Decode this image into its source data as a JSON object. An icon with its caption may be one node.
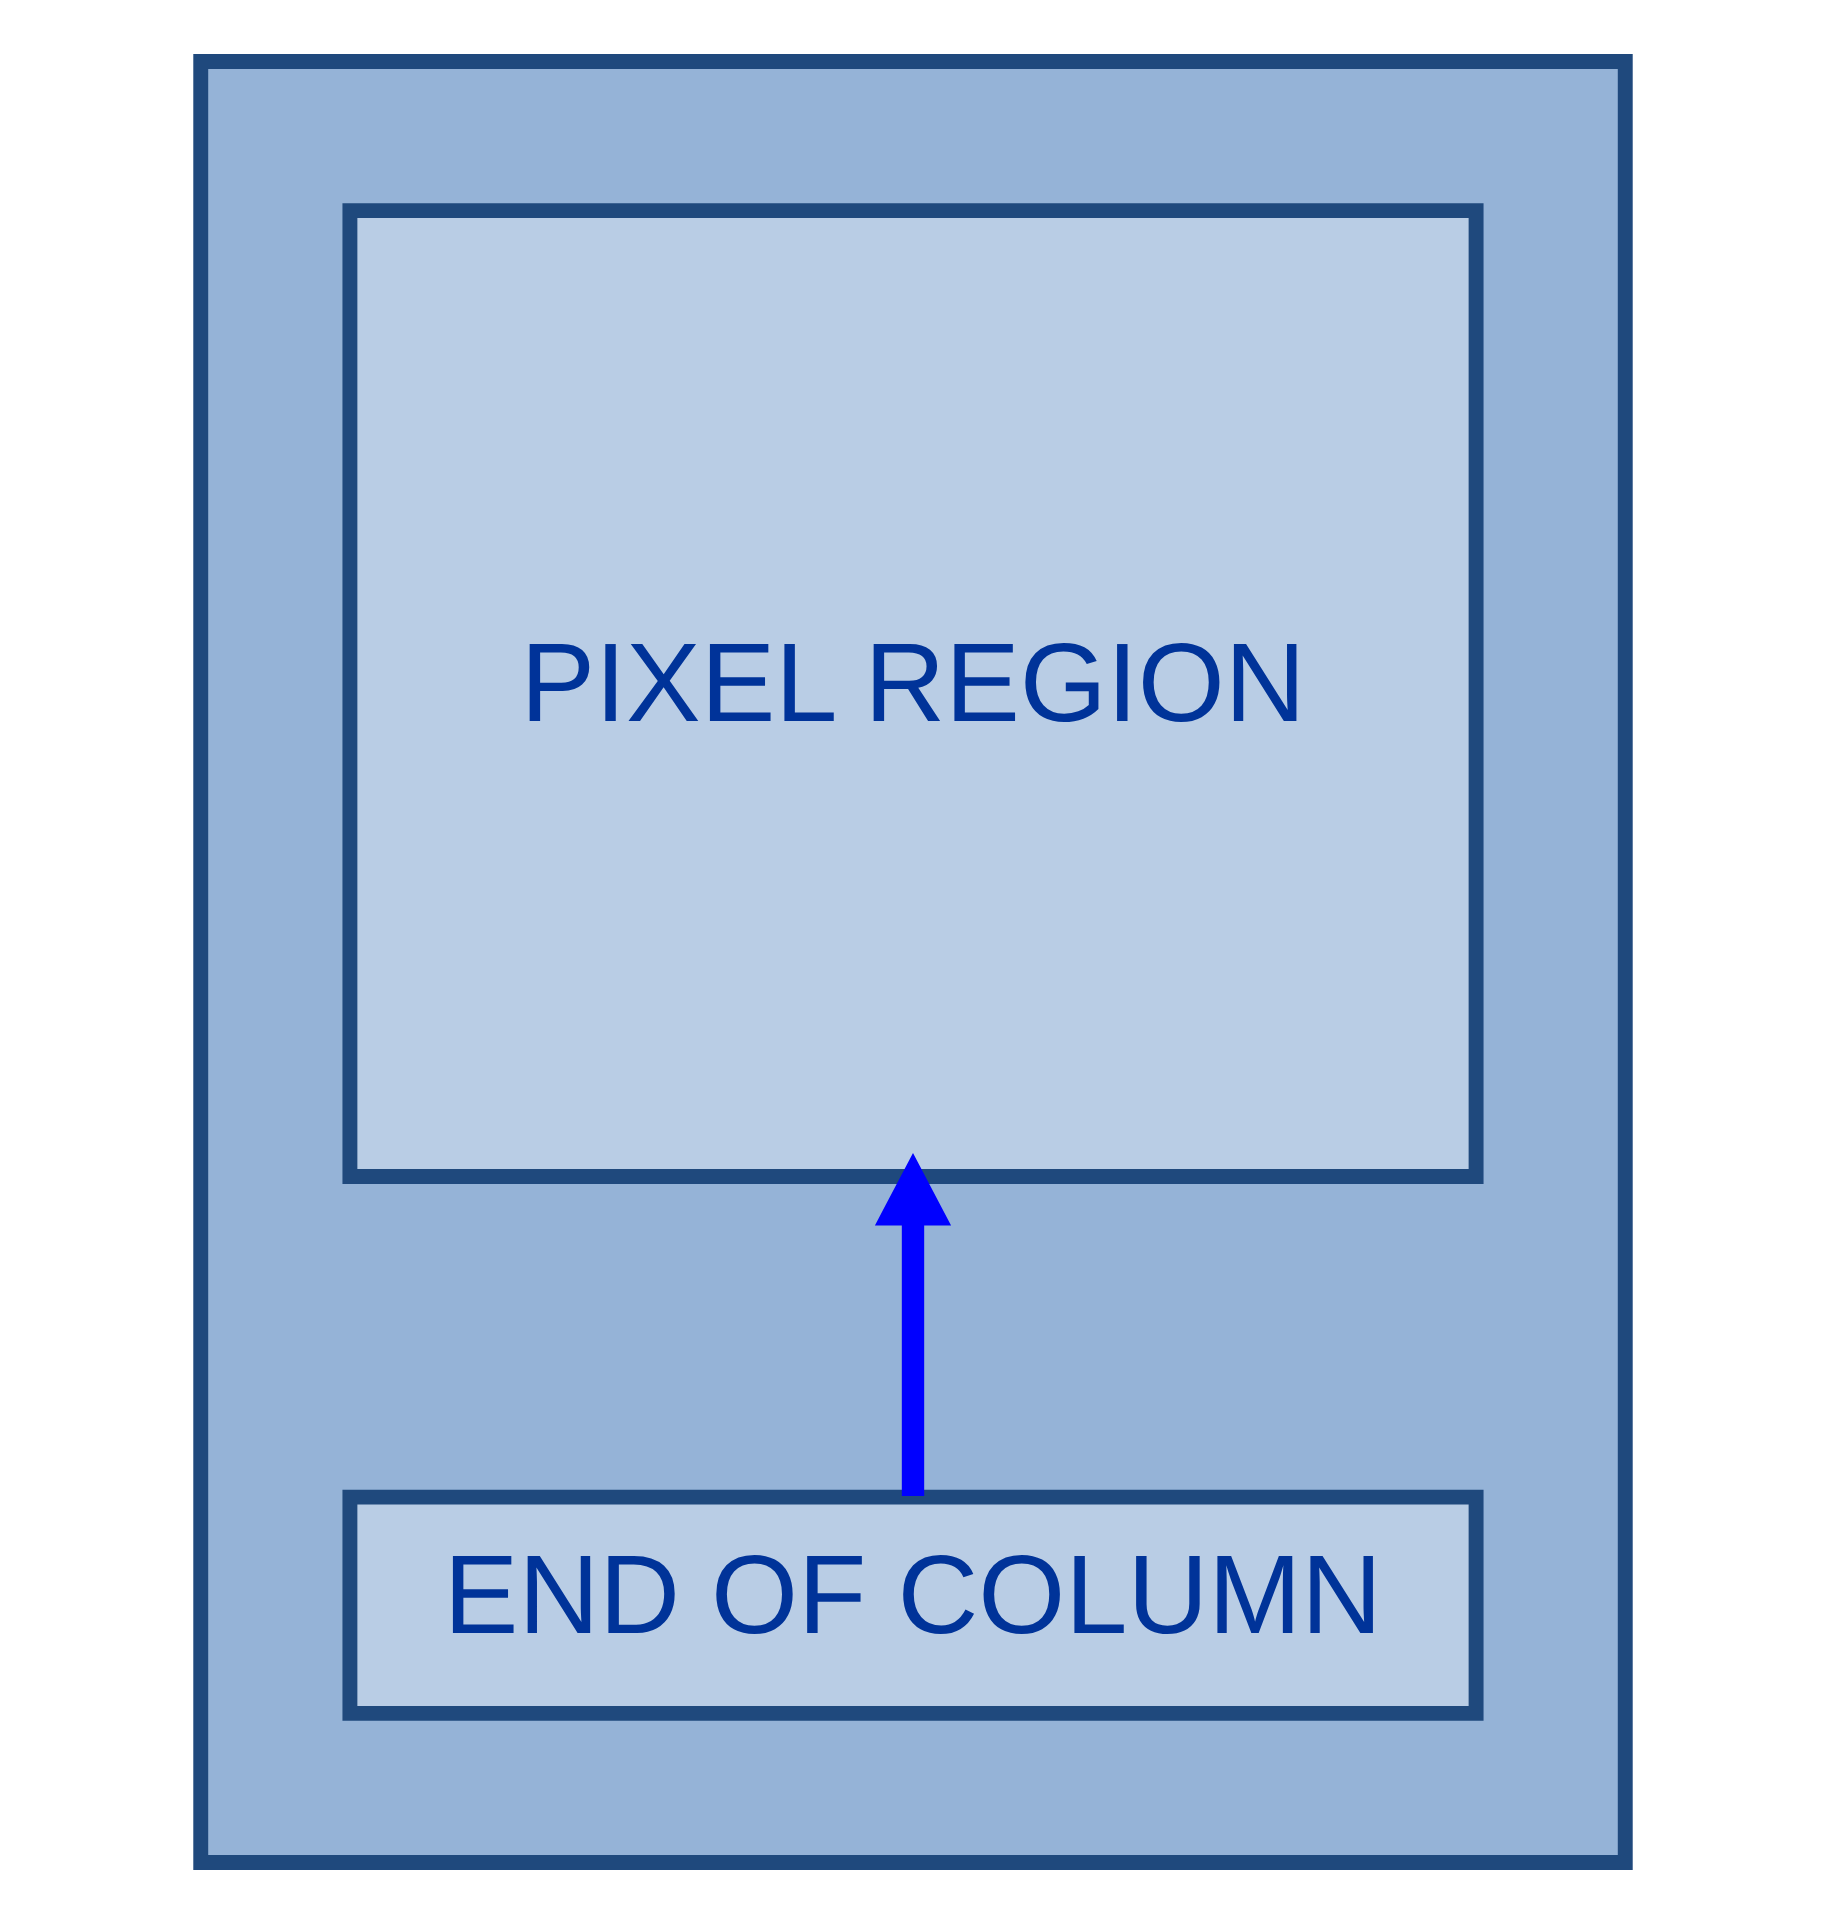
{
  "diagram": {
    "nodes": [
      {
        "text": [],
        "shape": "box"
      },
      {
        "text": [
          "PIXEL REGION"
        ],
        "in": 0
      },
      {
        "text": [
          "END OF COLUMN"
        ],
        "in": 0
      }
    ],
    "edges": [
      {
        "from": 2,
        "to": 1,
        "arrow": "to",
        "color": "#0000ff"
      }
    ]
  }
}
